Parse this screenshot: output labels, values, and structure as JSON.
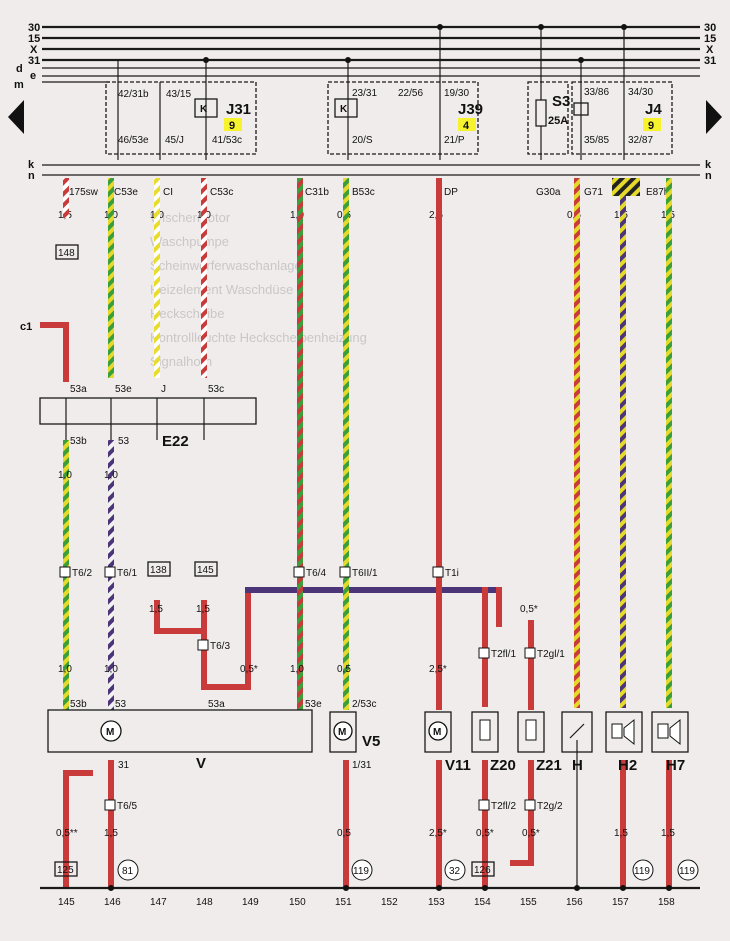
{
  "bus_lines": {
    "left": [
      "30",
      "15",
      "X",
      "31"
    ],
    "left_extra": [
      "d",
      "e",
      "m"
    ],
    "right": [
      "30",
      "15",
      "X",
      "31"
    ],
    "bottom": [
      "k",
      "n"
    ]
  },
  "relays": {
    "j31": {
      "pins": [
        "42/31b",
        "43/15",
        "46/53e",
        "45/J",
        "41/53c"
      ],
      "name": "J31",
      "tag": "9"
    },
    "j39": {
      "pins": [
        "23/31",
        "22/56",
        "19/30",
        "20/S",
        "21/P"
      ],
      "name": "J39",
      "tag": "4"
    },
    "s3": {
      "name": "S3",
      "rating": "25A"
    },
    "j4": {
      "pins": [
        "33/86",
        "34/30",
        "35/85",
        "32/87"
      ],
      "name": "J4",
      "tag": "9"
    }
  },
  "wires_top": [
    "175sw",
    "C53e",
    "CI",
    "C53c",
    "C31b",
    "B53c",
    "DP",
    "G30a",
    "G71",
    "E87h"
  ],
  "sizes_top": [
    "1,5",
    "1,0",
    "1,0",
    "1,0",
    "1,0",
    "0,5",
    "2,5",
    "0,5",
    "1,5",
    "1,5"
  ],
  "refs": {
    "r148": "148",
    "r138": "138",
    "r145": "145",
    "r125": "125",
    "r126": "126"
  },
  "c1": "c1",
  "switch": {
    "name": "E22",
    "pins_top": [
      "53a",
      "53e",
      "J",
      "53c"
    ],
    "pins_bottom": [
      "53b",
      "53"
    ]
  },
  "connectors": [
    "T6/2",
    "T6/1",
    "T6/4",
    "T6II/1",
    "T1i",
    "T6/3",
    "T2fl/1",
    "T2gl/1",
    "T6/5",
    "T2fl/2",
    "T2g/2"
  ],
  "mid_sizes": [
    "1,0",
    "1,0",
    "1,5",
    "1,5",
    "0,5*",
    "1,0",
    "0,5",
    "2,5*",
    "0,5*"
  ],
  "lower_sizes": [
    "1,0",
    "1,0",
    "1,0",
    "0,5",
    "2,5*"
  ],
  "motor_pins": [
    "53b",
    "53",
    "53a",
    "53e",
    "2/53c",
    "31",
    "1/31"
  ],
  "components": [
    "V",
    "V5",
    "V11",
    "Z20",
    "Z21",
    "H",
    "H2",
    "H7"
  ],
  "bottom_sizes": [
    "0,5**",
    "1,5",
    "0,5",
    "2,5*",
    "0,5*",
    "0,5*",
    "1,5",
    "1,5"
  ],
  "ground_circles": [
    "81",
    "119",
    "32",
    "119",
    "119"
  ],
  "columns": [
    "145",
    "146",
    "147",
    "148",
    "149",
    "150",
    "151",
    "152",
    "153",
    "154",
    "155",
    "156",
    "157",
    "158"
  ],
  "ghost_text": [
    "Wischermotor",
    "Waschpumpe",
    "Scheinwerferwaschanlage",
    "Heizelement Waschdüse",
    "Heckscheibe",
    "Kontrollleuchte Heckscheibenheizung",
    "Signalhorn"
  ],
  "colors": {
    "bg": "#f1ecec",
    "ink": "#1a1a1a",
    "red": "#c93a3a",
    "green": "#3a9e3a",
    "yellow": "#e7dc2e",
    "purple": "#5a3c82",
    "white": "#f4f4f4",
    "tag": "#f7f22e"
  }
}
